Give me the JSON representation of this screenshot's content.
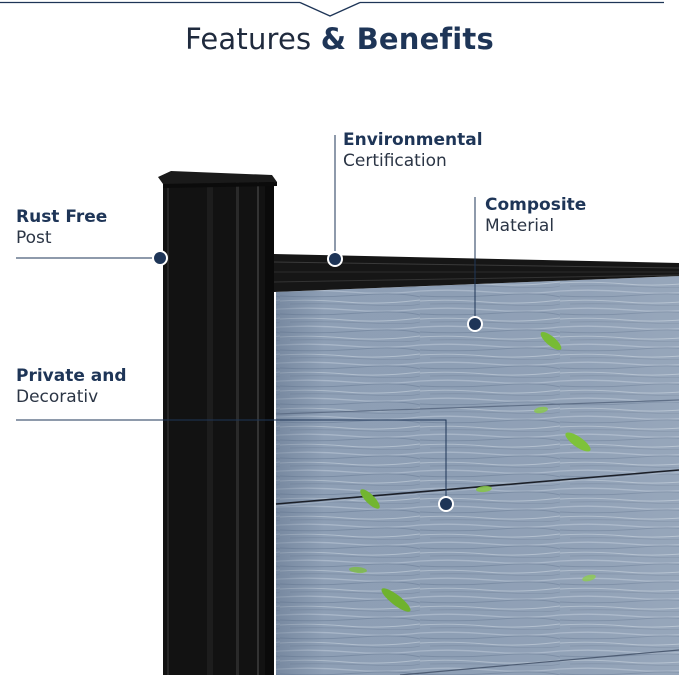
{
  "title": {
    "regular": "Features",
    "bold": "& Benefits"
  },
  "callouts": [
    {
      "line1": "Environmental",
      "line2": "Certification"
    },
    {
      "line1": "Rust Free",
      "line2": "Post"
    },
    {
      "line1": "Composite",
      "line2": "Material"
    },
    {
      "line1": "Private and",
      "line2": "Decorativ"
    }
  ],
  "colors": {
    "accent": "#1e3557",
    "post": "#121212",
    "panel": "#8c9db4",
    "leaf": "#7ec23a"
  },
  "icons": [
    "chevron-down-icon",
    "leaf-icon"
  ]
}
